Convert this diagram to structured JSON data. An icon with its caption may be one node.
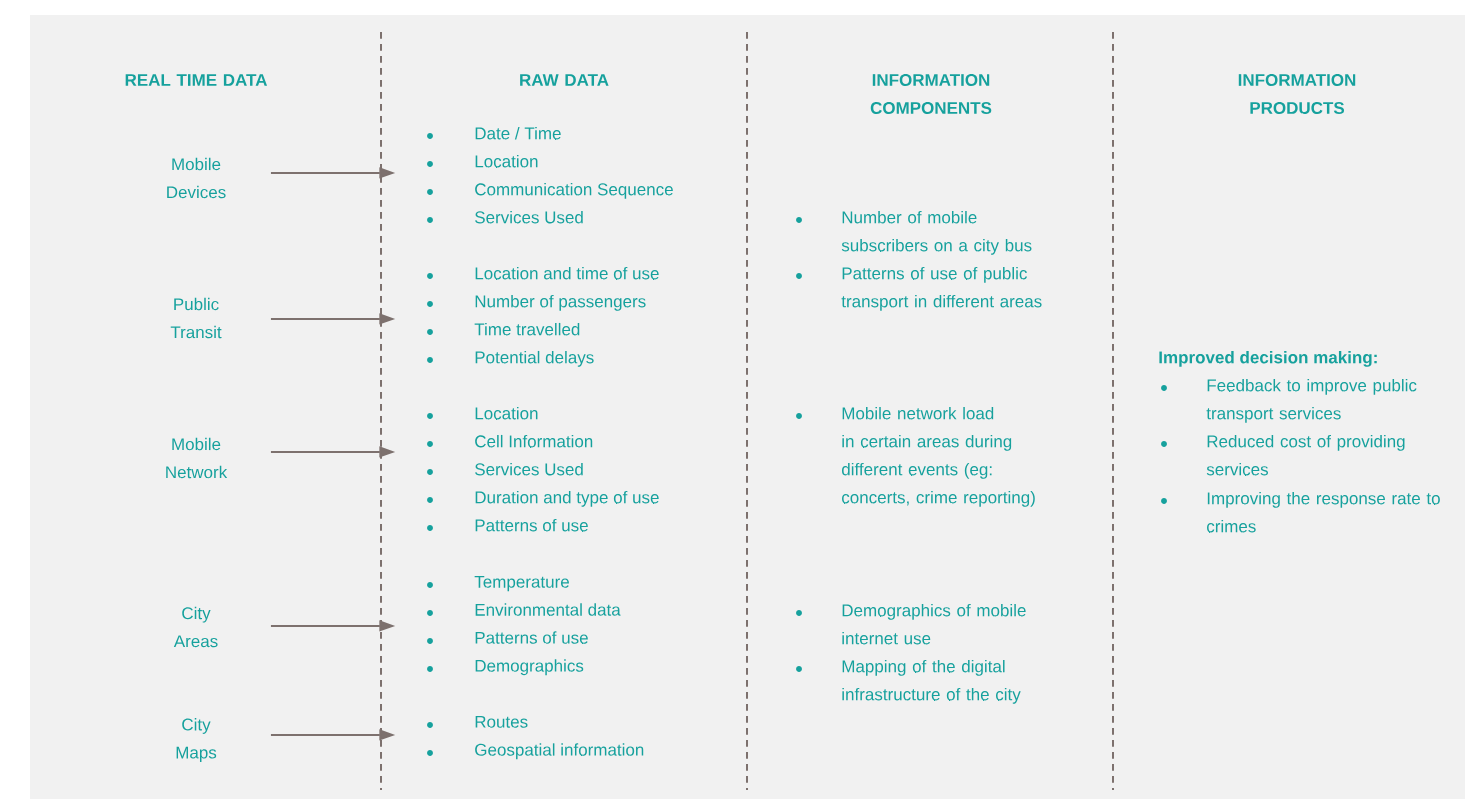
{
  "diagram": {
    "nodes": [
      {
        "text": [
          "Mobile Devices"
        ]
      },
      {
        "text": [
          "Public Transit"
        ]
      },
      {
        "text": [
          "Mobile Network"
        ]
      },
      {
        "text": [
          "City Areas"
        ]
      },
      {
        "text": [
          "City Maps"
        ]
      },
      {
        "text": [
          "Date / Time",
          "Location",
          "Communication Sequence",
          "Services Used"
        ]
      },
      {
        "text": [
          "Location and time of use",
          "Number of passengers",
          "Time travelled",
          "Potential delays"
        ]
      },
      {
        "text": [
          "Location",
          "Cell Information",
          "Services Used",
          "Duration and type of use",
          "Patterns of use"
        ]
      },
      {
        "text": [
          "Temperature",
          "Environmental data",
          "Patterns of use",
          "Demographics"
        ]
      },
      {
        "text": [
          "Routes",
          "Geospatial information"
        ]
      }
    ],
    "edges": [
      {
        "from": 0,
        "to": 5,
        "arrow": "to"
      },
      {
        "from": 1,
        "to": 6,
        "arrow": "to"
      },
      {
        "from": 2,
        "to": 7,
        "arrow": "to"
      },
      {
        "from": 3,
        "to": 8,
        "arrow": "to"
      },
      {
        "from": 4,
        "to": 9,
        "arrow": "to"
      }
    ],
    "labels": [
      "REAL TIME DATA",
      "RAW DATA",
      "INFORMATION COMPONENTS",
      "INFORMATION PRODUCTS",
      "Number of mobile subscribers on a city bus",
      "Patterns of use of public transport in different areas",
      "Mobile network load in certain areas during different events (eg: concerts, crime reporting)",
      "Demographics of mobile internet use",
      "Mapping of the digital infrastructure of the city",
      "Improved decision making:",
      "Feedback to improve public transport services",
      "Reduced cost of providing services",
      "Improving the response rate to crimes"
    ]
  }
}
